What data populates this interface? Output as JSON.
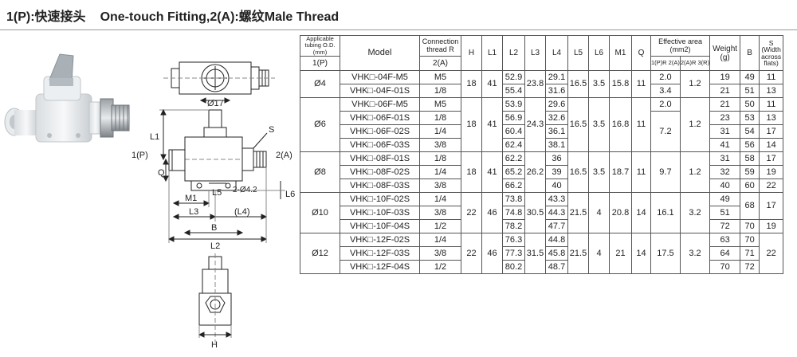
{
  "title": {
    "part1": "1(P):快速接头",
    "part2": "One-touch Fitting,2(A):螺纹Male Thread"
  },
  "drawing": {
    "dim_17": "Ø17",
    "L1": "L1",
    "S": "S",
    "port_1P": "1(P)",
    "port_2A": "2(A)",
    "Q": "Q",
    "L5": "L5",
    "hole": "2-Ø4.2",
    "L6": "L6",
    "M1": "M1",
    "L3": "L3",
    "L4": "(L4)",
    "B": "B",
    "L2": "L2",
    "H": "H"
  },
  "table": {
    "headers": {
      "tubing_top": "Applicable tubing O.D.(mm)",
      "tubing_bottom": "1(P)",
      "model": "Model",
      "conn_top": "Connection thread R",
      "conn_bottom": "2(A)",
      "H": "H",
      "L1": "L1",
      "L2": "L2",
      "L3": "L3",
      "L4": "L4",
      "L5": "L5",
      "L6": "L6",
      "M1": "M1",
      "Q": "Q",
      "eff_top": "Effective area (mm2)",
      "eff_a": "1(P)R 2(A)",
      "eff_b": "2(A)R 3(R)",
      "weight": "Weight (g)",
      "B": "B",
      "S": "S (Width across flats)"
    },
    "groups": [
      {
        "od": "Ø4",
        "H": "18",
        "L1": "41",
        "L3": "23.8",
        "L5": "16.5",
        "L6": "3.5",
        "M1": "15.8",
        "Q": "11",
        "eff_b": "1.2",
        "rows": [
          {
            "model": "VHK□-04F-M5",
            "thread": "M5",
            "L2": "52.9",
            "L4": "29.1",
            "eff_a": "2.0",
            "weight": "19",
            "B": "49",
            "S": "11"
          },
          {
            "model": "VHK□-04F-01S",
            "thread": "1/8",
            "L2": "55.4",
            "L4": "31.6",
            "eff_a": "3.4",
            "weight": "21",
            "B": "51",
            "S": "13"
          }
        ]
      },
      {
        "od": "Ø6",
        "H": "18",
        "L1": "41",
        "L3": "24.3",
        "L5": "16.5",
        "L6": "3.5",
        "M1": "16.8",
        "Q": "11",
        "eff_b": "1.2",
        "rows": [
          {
            "model": "VHK□-06F-M5",
            "thread": "M5",
            "L2": "53.9",
            "L4": "29.6",
            "eff_a": "2.0",
            "weight": "21",
            "B": "50",
            "S": "11"
          },
          {
            "model": "VHK□-06F-01S",
            "thread": "1/8",
            "L2": "56.9",
            "L4": "32.6",
            "eff_a": "7.2",
            "weight": "23",
            "B": "53",
            "S": "13"
          },
          {
            "model": "VHK□-06F-02S",
            "thread": "1/4",
            "L2": "60.4",
            "L4": "36.1",
            "eff_a": "",
            "weight": "31",
            "B": "54",
            "S": "17"
          },
          {
            "model": "VHK□-06F-03S",
            "thread": "3/8",
            "L2": "62.4",
            "L4": "38.1",
            "eff_a": "",
            "weight": "41",
            "B": "56",
            "S": "14"
          }
        ]
      },
      {
        "od": "Ø8",
        "H": "18",
        "L1": "41",
        "L3": "26.2",
        "L5": "16.5",
        "L6": "3.5",
        "M1": "18.7",
        "Q": "11",
        "eff_a": "9.7",
        "eff_b": "1.2",
        "rows": [
          {
            "model": "VHK□-08F-01S",
            "thread": "1/8",
            "L2": "62.2",
            "L4": "36",
            "weight": "31",
            "B": "58",
            "S": "17"
          },
          {
            "model": "VHK□-08F-02S",
            "thread": "1/4",
            "L2": "65.2",
            "L4": "39",
            "weight": "32",
            "B": "59",
            "S": "19"
          },
          {
            "model": "VHK□-08F-03S",
            "thread": "3/8",
            "L2": "66.2",
            "L4": "40",
            "weight": "40",
            "B": "60",
            "S": "22"
          }
        ]
      },
      {
        "od": "Ø10",
        "H": "22",
        "L1": "46",
        "L3": "30.5",
        "L5": "21.5",
        "L6": "4",
        "M1": "20.8",
        "Q": "14",
        "eff_a": "16.1",
        "eff_b": "3.2",
        "rows": [
          {
            "model": "VHK□-10F-02S",
            "thread": "1/4",
            "L2": "73.8",
            "L4": "43.3",
            "weight": "49",
            "B": "68",
            "S": "17"
          },
          {
            "model": "VHK□-10F-03S",
            "thread": "3/8",
            "L2": "74.8",
            "L4": "44.3",
            "weight": "51",
            "B": "",
            "S": ""
          },
          {
            "model": "VHK□-10F-04S",
            "thread": "1/2",
            "L2": "78.2",
            "L4": "47.7",
            "weight": "72",
            "B": "70",
            "S": "19"
          }
        ]
      },
      {
        "od": "Ø12",
        "H": "22",
        "L1": "46",
        "L3": "31.5",
        "L5": "21.5",
        "L6": "4",
        "M1": "21",
        "Q": "14",
        "eff_a": "17.5",
        "eff_b": "3.2",
        "S": "22",
        "rows": [
          {
            "model": "VHK□-12F-02S",
            "thread": "1/4",
            "L2": "76.3",
            "L4": "44.8",
            "weight": "63",
            "B": "70"
          },
          {
            "model": "VHK□-12F-03S",
            "thread": "3/8",
            "L2": "77.3",
            "L4": "45.8",
            "weight": "64",
            "B": "71"
          },
          {
            "model": "VHK□-12F-04S",
            "thread": "1/2",
            "L2": "80.2",
            "L4": "48.7",
            "weight": "70",
            "B": "72"
          }
        ]
      }
    ]
  }
}
